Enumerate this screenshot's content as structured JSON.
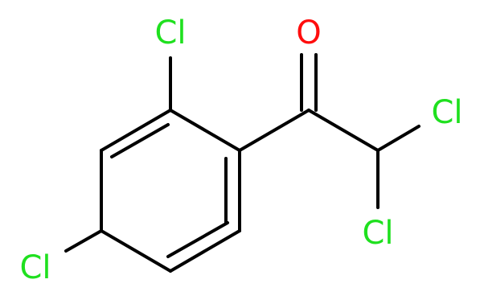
{
  "molecule": {
    "atoms": {
      "o": {
        "symbol": "O",
        "color": "#ff0d0d"
      },
      "cl_ortho": {
        "symbol": "Cl",
        "color": "#1fe01f"
      },
      "cl_para": {
        "symbol": "Cl",
        "color": "#1fe01f"
      },
      "cl_alpha_right": {
        "symbol": "Cl",
        "color": "#1fe01f"
      },
      "cl_alpha_bottom": {
        "symbol": "Cl",
        "color": "#1fe01f"
      }
    },
    "bond_color": "#000000"
  }
}
